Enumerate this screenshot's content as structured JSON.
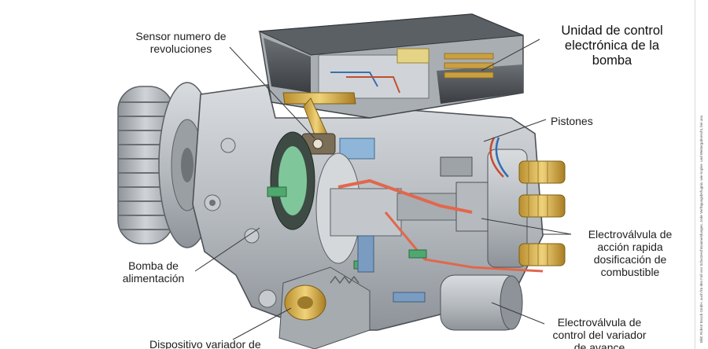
{
  "labels": {
    "sensor_rpm": "Sensor numero de\nrevoluciones",
    "ecu": "Unidad de control\nelectrónica de la\nbomba",
    "pistons": "Pistones",
    "supply_pump": "Bomba de\nalimentación",
    "fast_valve": "Electroválvula de\nacción rapida\ndosificación de\ncombustible",
    "advance_device": "Dispositivo variador de",
    "advance_valve": "Electroválvula de\ncontrol del variador\nde avance"
  },
  "credit_text": "Bild: Robert Bosch GmbH, auch für den Fall von Schutzrechtsanmeldungen. Jede Verfügungsbefugnis, wie Kopier- und Weitergaberecht, bei uns.",
  "colors": {
    "housing": "#b9bec3",
    "ecu_cover": "#4f5358",
    "brass": "#d8b050",
    "fuel_line": "#e2674c",
    "blue_part": "#8fb6d8",
    "green_part": "#4fa86e",
    "label_line": "#3a3a3a"
  }
}
